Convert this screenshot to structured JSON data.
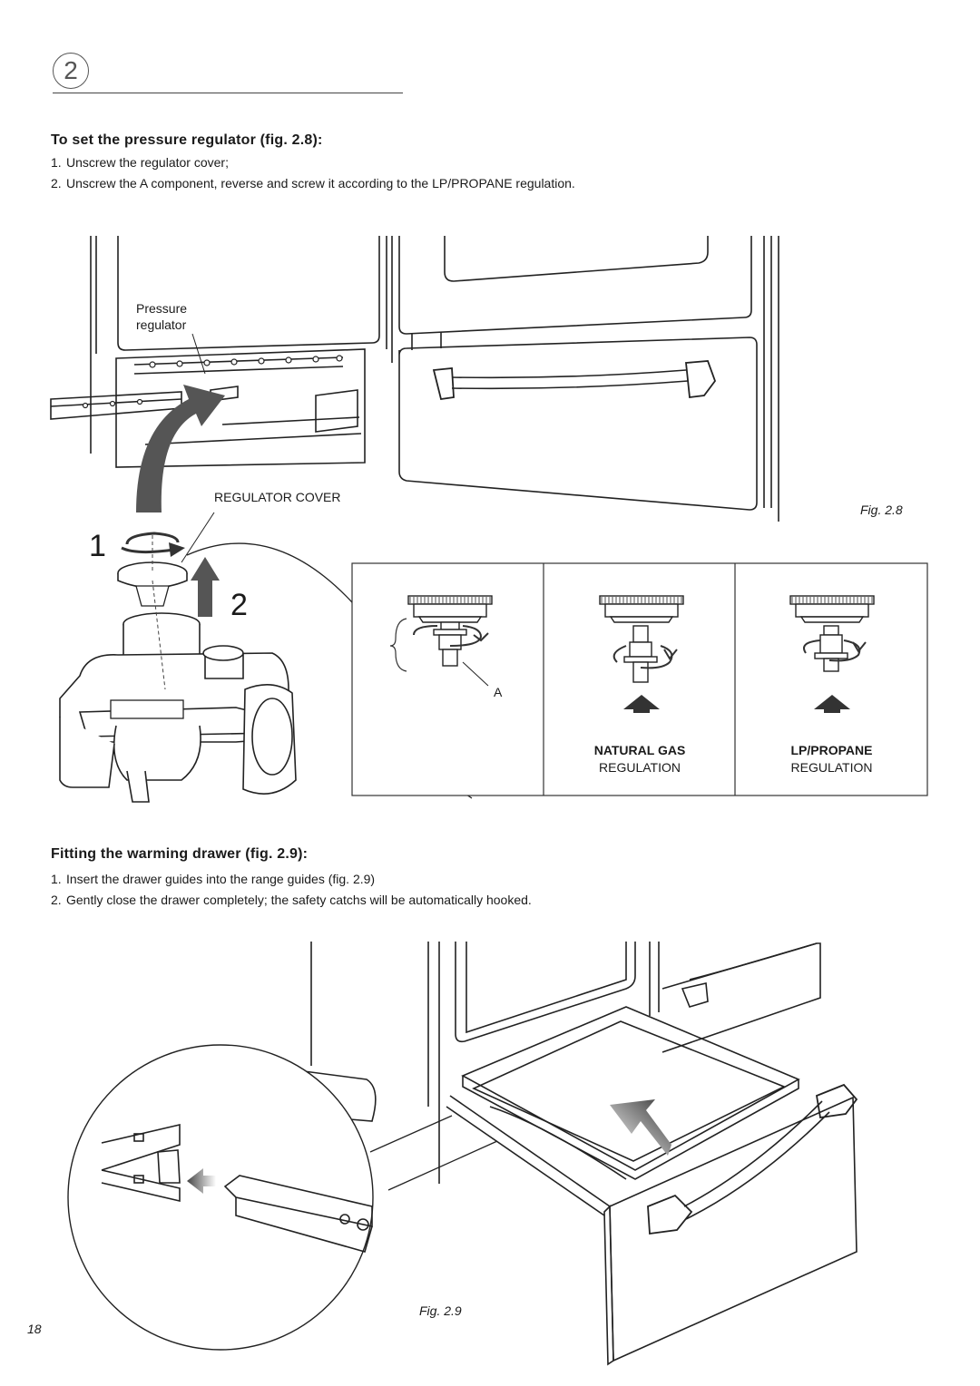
{
  "section_number": "2",
  "pressure_section": {
    "heading": "To set the pressure regulator (fig. 2.8):",
    "steps": [
      {
        "num": "1.",
        "text": "Unscrew the regulator cover;"
      },
      {
        "num": "2.",
        "text": "Unscrew the A component, reverse and screw it according to the LP/PROPANE regulation."
      }
    ]
  },
  "figure_2_8": {
    "label_pressure_regulator_line1": "Pressure",
    "label_pressure_regulator_line2": "regulator",
    "label_regulator_cover": "REGULATOR COVER",
    "caption": "Fig. 2.8",
    "step_1": "1",
    "step_2": "2",
    "label_a": "A",
    "panels": [
      {
        "title": "NATURAL GAS",
        "subtitle": "REGULATION"
      },
      {
        "title": "LP/PROPANE",
        "subtitle": "REGULATION"
      }
    ]
  },
  "drawer_section": {
    "heading": "Fitting the warming drawer (fig. 2.9):",
    "steps": [
      {
        "num": "1.",
        "text": "Insert the drawer guides into the range guides (fig. 2.9)"
      },
      {
        "num": "2.",
        "text": "Gently close the drawer completely; the safety catchs will be automatically hooked."
      }
    ]
  },
  "figure_2_9": {
    "caption": "Fig. 2.9"
  },
  "page_number": "18"
}
